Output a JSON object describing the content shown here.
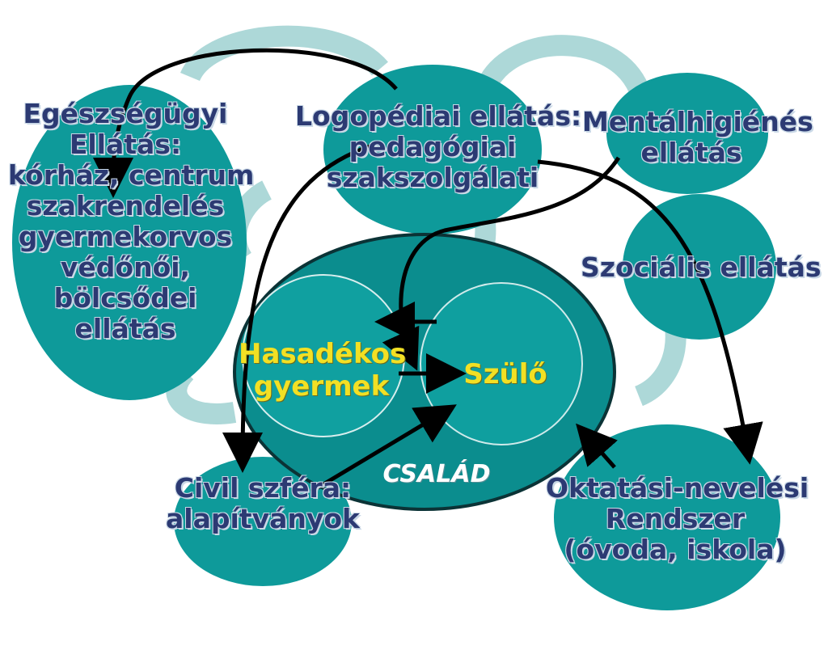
{
  "nodes": {
    "egeszsegugyi": {
      "line1": "Egészségügyi",
      "line2": "Ellátás:",
      "line3": "kórház, centrum",
      "line4": "szakrendelés",
      "line5": "gyermekorvos",
      "line6": "védőnői,",
      "line7": "bölcsődei",
      "line8": "ellátás"
    },
    "logopediai": {
      "line1": "Logopédiai ellátás:",
      "line2": "pedagógiai",
      "line3": "szakszolgálati"
    },
    "mentalhigienes": {
      "line1": "Mentálhigiénés",
      "line2": "ellátás"
    },
    "szocialis": {
      "line1": "Szociális ellátás"
    },
    "oktatasi": {
      "line1": "Oktatási-nevelési",
      "line2": "Rendszer",
      "line3": "(óvoda, iskola)"
    },
    "civil": {
      "line1": "Civil szféra:",
      "line2": "alapítványok"
    },
    "gyermek": {
      "line1": "Hasadékos",
      "line2": "gyermek"
    },
    "szulo": {
      "line1": "Szülő"
    },
    "csalad": {
      "line1": "CSALÁD"
    }
  },
  "colors": {
    "teal": "#0e9a9a",
    "teal_dark": "#0a7f80",
    "arrow": "#000000",
    "label": "#2c3a73",
    "center_label": "#f2e024"
  }
}
